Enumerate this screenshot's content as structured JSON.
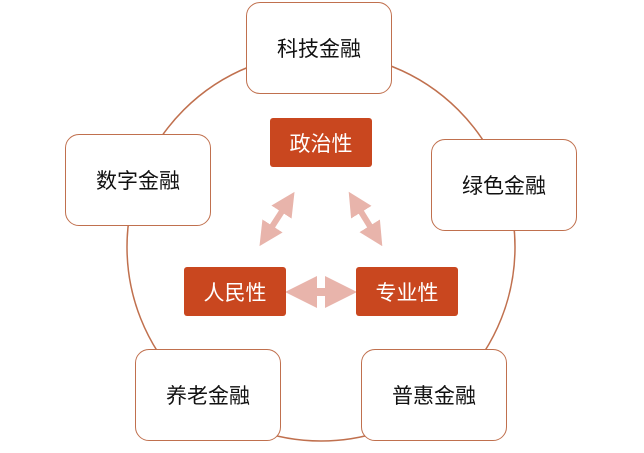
{
  "outer_nodes": [
    {
      "label": "科技金融"
    },
    {
      "label": "绿色金融"
    },
    {
      "label": "普惠金融"
    },
    {
      "label": "养老金融"
    },
    {
      "label": "数字金融"
    }
  ],
  "inner_nodes": [
    {
      "label": "政治性"
    },
    {
      "label": "人民性"
    },
    {
      "label": "专业性"
    }
  ],
  "colors": {
    "inner_fill": "#c9471f",
    "outline": "#c0704e",
    "arrow": "#e8b4ab"
  }
}
